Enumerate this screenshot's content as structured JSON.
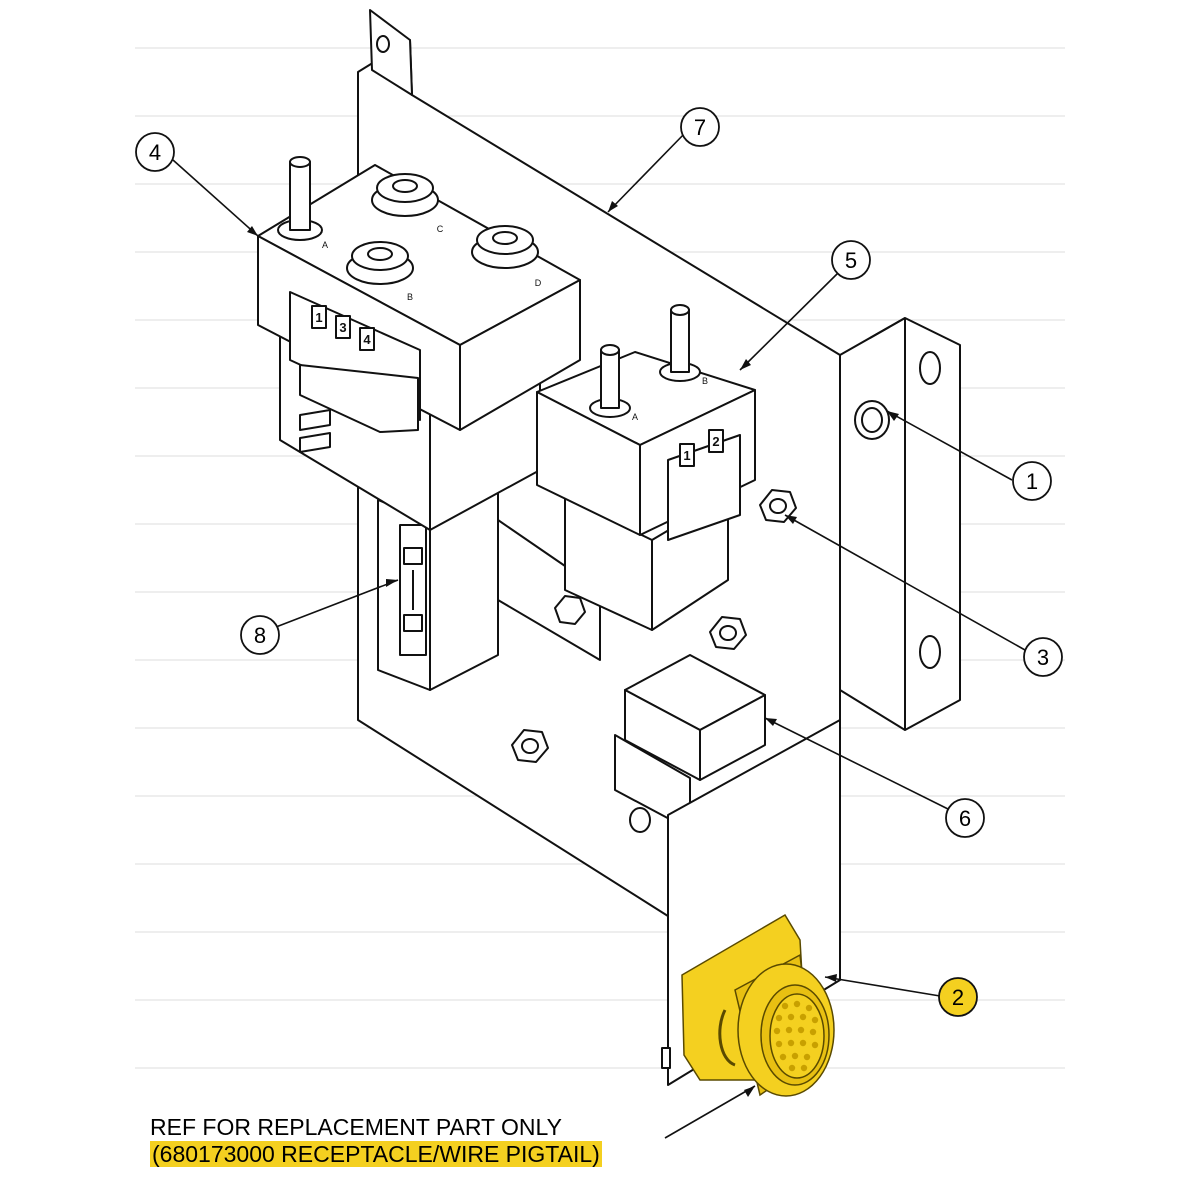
{
  "callouts": [
    {
      "num": "1",
      "highlighted": false
    },
    {
      "num": "2",
      "highlighted": true
    },
    {
      "num": "3",
      "highlighted": false
    },
    {
      "num": "4",
      "highlighted": false
    },
    {
      "num": "5",
      "highlighted": false
    },
    {
      "num": "6",
      "highlighted": false
    },
    {
      "num": "7",
      "highlighted": false
    },
    {
      "num": "8",
      "highlighted": false
    }
  ],
  "contactor_large": {
    "pin_labels": [
      "1",
      "3",
      "4"
    ],
    "terminal_labels": [
      "A",
      "B",
      "C",
      "D"
    ]
  },
  "contactor_small": {
    "pin_labels": [
      "1",
      "2"
    ],
    "terminal_labels": [
      "A",
      "B"
    ]
  },
  "note": {
    "line1": "REF FOR REPLACEMENT PART ONLY",
    "line2": "(680173000 RECEPTACLE/WIRE PIGTAIL)"
  },
  "colors": {
    "highlight": "#f4d020",
    "line": "#111111",
    "rule": "#d9d9d9"
  }
}
